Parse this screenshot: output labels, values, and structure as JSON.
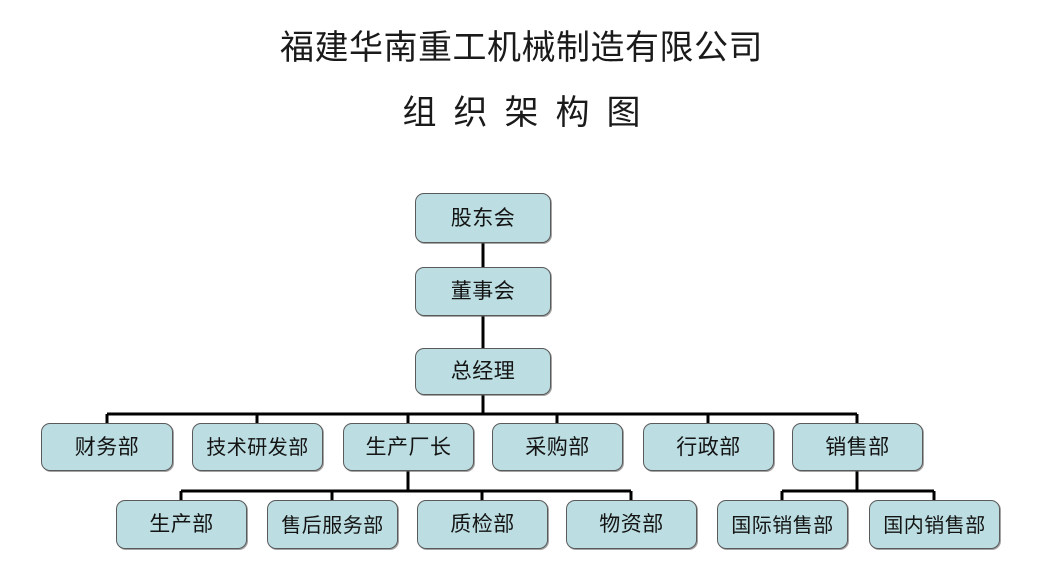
{
  "document": {
    "title": "福建华南重工机械制造有限公司",
    "subtitle": "组织架构图"
  },
  "theme": {
    "node_fill": "#bcdee2",
    "node_border": "#5a5a5a",
    "connector_color": "#000000",
    "text_color": "#141414",
    "background": "#ffffff"
  },
  "chart_data": {
    "type": "diagram",
    "diagram_kind": "organization-chart",
    "orientation": "top-down",
    "levels": 4,
    "nodes": [
      {
        "id": "shareholders",
        "label": "股东会",
        "level": 1,
        "parent": null
      },
      {
        "id": "board",
        "label": "董事会",
        "level": 2,
        "parent": "shareholders"
      },
      {
        "id": "gm",
        "label": "总经理",
        "level": 3,
        "parent": "board"
      },
      {
        "id": "finance",
        "label": "财务部",
        "level": 4,
        "parent": "gm"
      },
      {
        "id": "rnd",
        "label": "技术研发部",
        "level": 4,
        "parent": "gm"
      },
      {
        "id": "plant-manager",
        "label": "生产厂长",
        "level": 4,
        "parent": "gm"
      },
      {
        "id": "purchasing",
        "label": "采购部",
        "level": 4,
        "parent": "gm"
      },
      {
        "id": "admin",
        "label": "行政部",
        "level": 4,
        "parent": "gm"
      },
      {
        "id": "sales",
        "label": "销售部",
        "level": 4,
        "parent": "gm"
      },
      {
        "id": "production",
        "label": "生产部",
        "level": 5,
        "parent": "plant-manager"
      },
      {
        "id": "after-sales",
        "label": "售后服务部",
        "level": 5,
        "parent": "plant-manager"
      },
      {
        "id": "quality",
        "label": "质检部",
        "level": 5,
        "parent": "plant-manager"
      },
      {
        "id": "materials",
        "label": "物资部",
        "level": 5,
        "parent": "plant-manager"
      },
      {
        "id": "intl-sales",
        "label": "国际销售部",
        "level": 5,
        "parent": "sales"
      },
      {
        "id": "domestic-sales",
        "label": "国内销售部",
        "level": 5,
        "parent": "sales"
      }
    ],
    "edges": [
      {
        "from": "shareholders",
        "to": "board"
      },
      {
        "from": "board",
        "to": "gm"
      },
      {
        "from": "gm",
        "to": "finance"
      },
      {
        "from": "gm",
        "to": "rnd"
      },
      {
        "from": "gm",
        "to": "plant-manager"
      },
      {
        "from": "gm",
        "to": "purchasing"
      },
      {
        "from": "gm",
        "to": "admin"
      },
      {
        "from": "gm",
        "to": "sales"
      },
      {
        "from": "plant-manager",
        "to": "production"
      },
      {
        "from": "plant-manager",
        "to": "after-sales"
      },
      {
        "from": "plant-manager",
        "to": "quality"
      },
      {
        "from": "plant-manager",
        "to": "materials"
      },
      {
        "from": "sales",
        "to": "intl-sales"
      },
      {
        "from": "sales",
        "to": "domestic-sales"
      }
    ]
  }
}
